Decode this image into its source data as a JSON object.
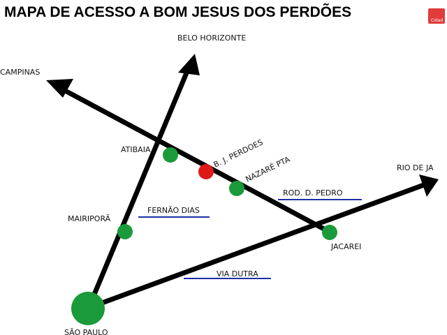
{
  "title": "MAPA DE ACESSO A BOM JESUS DOS PERDÕES",
  "watermark": "Cidad",
  "destinations": {
    "belo_horizonte": "BELO HORIZONTE",
    "campinas": "CAMPINAS",
    "rio": "RIO DE JA"
  },
  "places": {
    "atibaia": "ATIBAIA",
    "bj_perdoes": "B. J. PERDOES",
    "nazare": "NAZARÉ PTA",
    "mairipora": "MAIRIPORÃ",
    "jacarei": "JACAREI",
    "sao_paulo": "SÃO PAULO"
  },
  "roads": {
    "fernao_dias": "FERNÃO DIAS",
    "dom_pedro": "ROD. D. PEDRO",
    "via_dutra": "VIA DUTRA"
  },
  "colors": {
    "road": "#000000",
    "city_marker": "#1a9a3a",
    "destination_marker": "#e01818",
    "road_name_underline": "#1a2fa6"
  }
}
